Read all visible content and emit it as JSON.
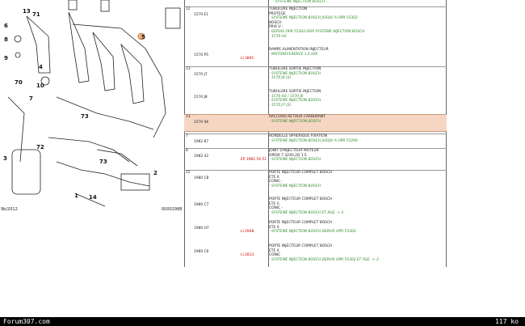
{
  "diagram": {
    "callouts": [
      "13",
      "71",
      "6",
      "8",
      "5",
      "9",
      "4",
      "70",
      "10",
      "7",
      "73",
      "73",
      "72",
      "3",
      "1",
      "2",
      "14"
    ],
    "ref_left": "9b/2012",
    "ref_right": "00002988"
  },
  "table": {
    "top_partial": "- SYSTEME INJECTION BOSCH ...",
    "rows": [
      {
        "idx": "12",
        "ref": "1570 E1",
        "note": "",
        "lines": [
          "TUBULURE INJECTION",
          "PROTEGE",
          "- SYSTEME INJECTION BOSCH JUSQU A OPR 55302",
          "BOSCH",
          "PRIX U -",
          "- DEPUIS OPR 55302 EKIP SYSTEME INJECTION BOSCH",
          "- 1570 H2"
        ]
      },
      {
        "idx": "",
        "ref": "1570 P5",
        "note": "LI 3891",
        "lines": [
          "RAMPE ALIMENTATION INJECTEUR",
          "- MOTOREFERENCE 1.6 HDI"
        ]
      },
      {
        "idx": "13",
        "ref": "1570 J7",
        "note": "",
        "lines": [
          "TUBULURE SORTIE INJECTION",
          "- SYSTEME INJECTION BOSCH",
          "- 1570 J8 (2)"
        ]
      },
      {
        "idx": "",
        "ref": "1570 J8",
        "note": "",
        "lines": [
          "TUBULURE SORTIE INJECTION",
          "- 1570 H2 / 1570 J6",
          "- SYSTEME INJECTION BOSCH",
          "- 1570 J7 (2)"
        ]
      },
      {
        "idx": "13",
        "ref": "1570 SK",
        "note": "",
        "lines": [
          "RACCORD RETOUR CARBURANT",
          "- SYSTEME INJECTION BOSCH"
        ],
        "highlight": true
      },
      {
        "idx": "7",
        "ref": "1982 87",
        "note": "",
        "lines": [
          "RONDELLE SPHERIQUE FIXATION",
          "- SYSTEME INJECTION BOSCH JUSQU A OPR 55290"
        ]
      },
      {
        "idx": "8",
        "ref": "1982 42",
        "note": "EP 1982 59 51",
        "lines": [
          "JOINT D'INJECTEUR MOTEUR",
          "OPDIA 7.32X0.2D 1.5",
          "- SYSTEME INJECTION BOSCH"
        ]
      },
      {
        "idx": "15",
        "ref": "1980 C8",
        "note": "",
        "lines": [
          "PORTE INJECTEUR COMPLET BOSCH",
          "ETE X",
          "CONIC -",
          "- SYSTEME INJECTION BOSCH"
        ]
      },
      {
        "idx": "",
        "ref": "1980 C7",
        "note": "",
        "lines": [
          "PORTE INJECTEUR COMPLET BOSCH",
          "ETE X",
          "CONIC -",
          "- SYSTEME INJECTION BOSCH ET AGE -> 2"
        ]
      },
      {
        "idx": "",
        "ref": "1980 H7",
        "note": "LI 2948",
        "lines": [
          "PORTE INJECTEUR COMPLET BOSCH",
          "ETE X",
          "- SYSTEME INJECTION BOSCH DEPUIS OPR 55302"
        ]
      },
      {
        "idx": "",
        "ref": "1980 C6",
        "note": "LI 2813",
        "lines": [
          "PORTE INJECTEUR COMPLET BOSCH",
          "ETE X",
          "CONIC",
          "- SYSTEME INJECTION BOSCH DEPUIS OPR 55302 ET AGE -> 2"
        ]
      }
    ]
  },
  "footer": {
    "left": "Forum307.com",
    "right": "117 ko"
  },
  "colors": {
    "highlight": "#f6d6c2",
    "green": "#2a8a2a",
    "note": "#cc0000"
  }
}
